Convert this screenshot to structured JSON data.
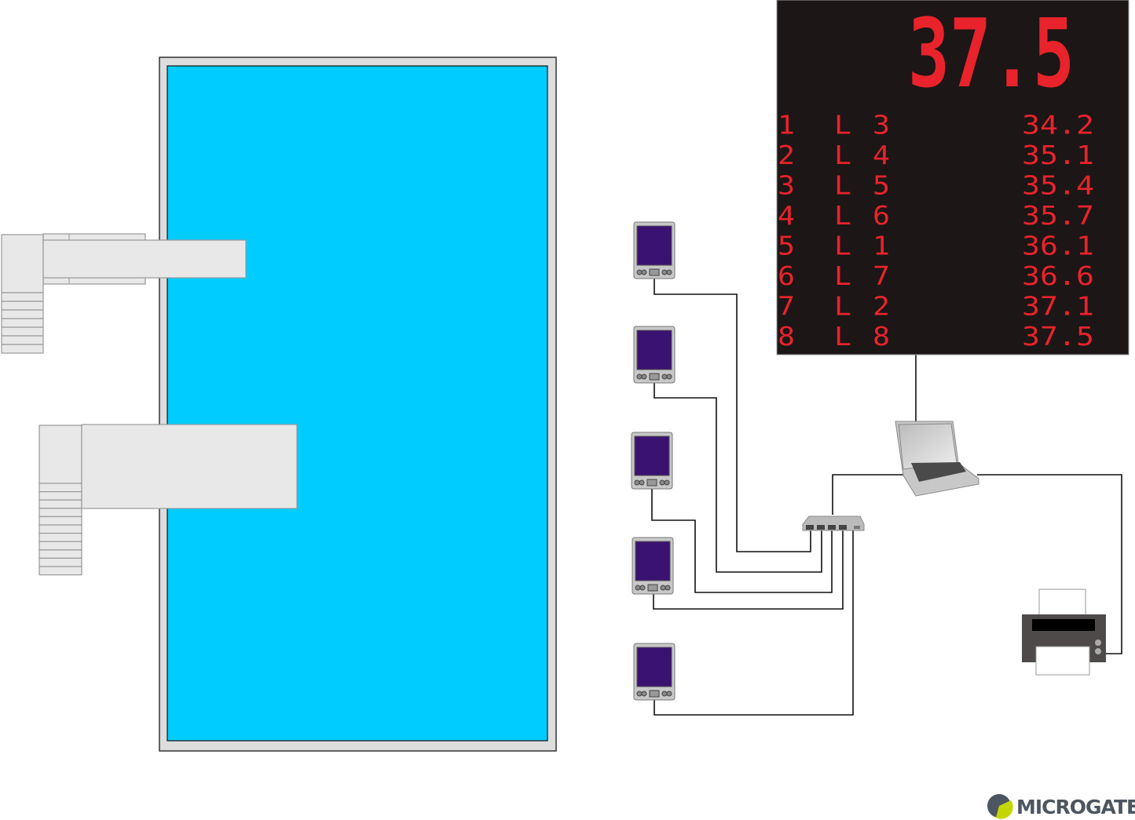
{
  "scoreboard": {
    "headline": "37.5",
    "rows": [
      {
        "rank": "1",
        "letter": "L",
        "lane": "3",
        "time": "34.2"
      },
      {
        "rank": "2",
        "letter": "L",
        "lane": "4",
        "time": "35.1"
      },
      {
        "rank": "3",
        "letter": "L",
        "lane": "5",
        "time": "35.4"
      },
      {
        "rank": "4",
        "letter": "L",
        "lane": "6",
        "time": "35.7"
      },
      {
        "rank": "5",
        "letter": "L",
        "lane": "1",
        "time": "36.1"
      },
      {
        "rank": "6",
        "letter": "L",
        "lane": "7",
        "time": "36.6"
      },
      {
        "rank": "7",
        "letter": "L",
        "lane": "2",
        "time": "37.1"
      },
      {
        "rank": "8",
        "letter": "L",
        "lane": "8",
        "time": "37.5"
      }
    ],
    "led_color": "#e8232b",
    "background": "#1c1616"
  },
  "pool": {
    "water_color": "#00ccff",
    "deck_color": "#dddddd"
  },
  "handheld": {
    "screen_color": "#3a1272",
    "count": 5
  },
  "logo": {
    "text": "MICROGATE",
    "accent_color": "#c4d600",
    "text_color": "#4d5660"
  }
}
